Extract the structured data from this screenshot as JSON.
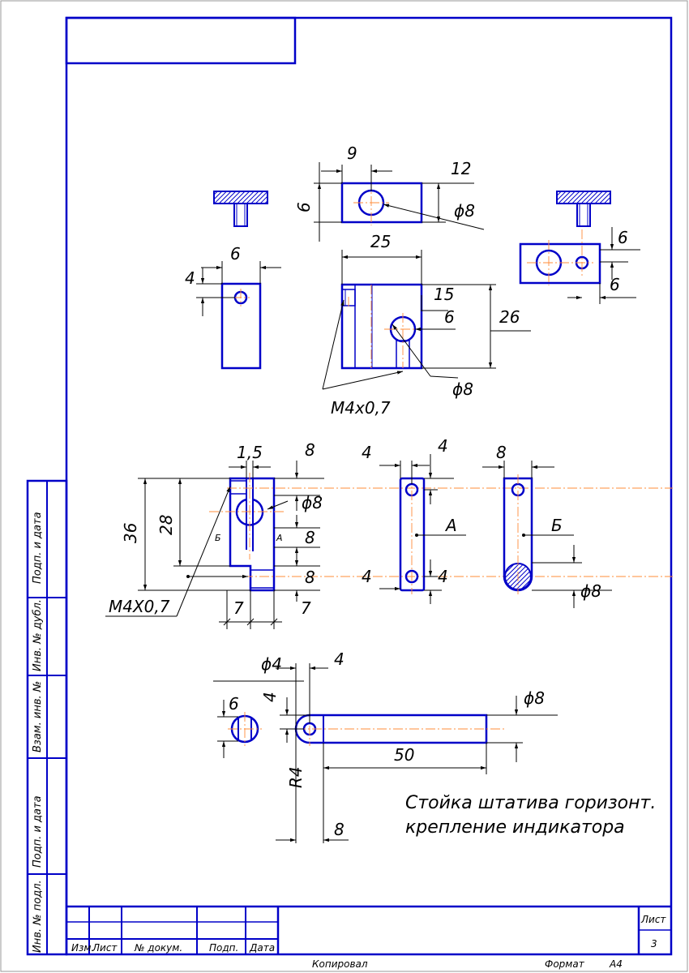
{
  "colors": {
    "outline": "#0000c8",
    "centerline": "#ff8c3a",
    "dimension": "#000000"
  },
  "title_text": {
    "line1": "Стойка штатива горизонт.",
    "line2": "крепление индикатора"
  },
  "side_labels": {
    "podp_data_top": "Подп. и дата",
    "inv_dubl": "Инв. № дубл.",
    "vzam_inv": "Взам. инв. №",
    "podp_data_bottom": "Подп. и дата",
    "inv_podl": "Инв. № подл."
  },
  "title_block": {
    "izm": "Изм.",
    "list": "Лист",
    "no_dokum": "№ докум.",
    "podp": "Подп.",
    "data": "Дата",
    "list_label": "Лист",
    "list_number": "3",
    "kopiroval": "Копировал",
    "format_label": "Формат",
    "format_value": "A4"
  },
  "dimensions": {
    "d9": "9",
    "d12": "12",
    "d6a": "6",
    "phi8a": "ϕ8",
    "d6b": "6",
    "d4a": "4",
    "d25": "25",
    "d15": "15",
    "d6c": "6",
    "d26": "26",
    "phi8b": "ϕ8",
    "thread1": "M4x0,7",
    "d6d": "6",
    "d6e": "6",
    "d1_5": "1,5",
    "d8a": "8",
    "d36": "36",
    "d28": "28",
    "phi8c": "ϕ8",
    "d8b": "8",
    "d8c": "8",
    "thread2": "M4X0,7",
    "d7a": "7",
    "d7b": "7",
    "lbl_b_small": "Б",
    "lbl_a_small": "A",
    "d4b": "4",
    "d4c": "4",
    "lbl_a": "A",
    "d4d": "4",
    "d4e": "4",
    "d8d": "8",
    "lbl_b": "Б",
    "phi8d": "ϕ8",
    "phi4": "ϕ4",
    "d4f": "4",
    "d6f": "6",
    "d4g": "4",
    "phi8e": "ϕ8",
    "d50": "50",
    "r4": "R4",
    "d8e": "8"
  }
}
